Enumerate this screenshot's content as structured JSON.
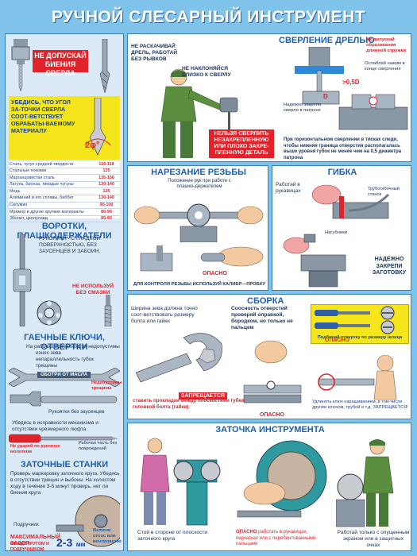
{
  "title": "РУЧНОЙ СЛЕСАРНЫЙ ИНСТРУМЕНТ",
  "drill_check": {
    "warning": "НЕ ДОПУСКАЙ БИЕНИЯ СВЕРЛА",
    "angle_note": "УБЕДИСЬ, ЧТО УГОЛ ЗА-ТОЧКИ СВЕРЛА СООТ-ВЕТСТВУЕТ ОБРАБАТЫ-ВАЕМОМУ МАТЕРИАЛУ",
    "angle_label": "2φ°",
    "materials": [
      {
        "name": "Сталь, чугун средней твердости",
        "value": "116-118"
      },
      {
        "name": "Стальные поковки",
        "value": "125"
      },
      {
        "name": "Марганцовистая сталь",
        "value": "135-150"
      },
      {
        "name": "Латунь, бронза, твердые чугуны",
        "value": "130-140"
      },
      {
        "name": "Медь",
        "value": "125"
      },
      {
        "name": "Алюминий и его сплавы, баббит",
        "value": "130-140"
      },
      {
        "name": "Силумин",
        "value": "90-100"
      },
      {
        "name": "Мрамор и другие хрупкие материалы",
        "value": "80-90"
      },
      {
        "name": "Эбонит, целлулоид",
        "value": "85-90"
      }
    ]
  },
  "dies": {
    "heading": "ВОРОТКИ, ПЛАШКОДЕРЖАТЕЛИ",
    "note": "РУКОЯТКИ - С ГЛАДКОЙ ПОВЕРХНОСТЬЮ, БЕЗ ЗАУСЕНЦЕВ И ЗАБОИН.",
    "warning": "НЕ ИСПОЛЬЗУЙ БЕЗ СМАЗКИ"
  },
  "wrenches": {
    "heading": "ГАЕЧНЫЕ КЛЮЧИ, ОТВЕРТКИ",
    "note_title": "На рабочих поверхностях недопустимы",
    "defects": [
      "износ зева",
      "непараллельность губок",
      "трещины"
    ],
    "oil_label": "ОБОТРИ ОТ МАСЛА",
    "crack_label": "Недопустимы трещины",
    "handle_label": "Рукоятки без заусенцев",
    "mechanism_note": "Убедись в исправности механизма и отсутствии чрезмерного люфта",
    "hammer_warning": "Не ударяй по рукоятке молотком",
    "blade_note": "Рабочая часть без повреждений"
  },
  "grinders": {
    "heading": "ЗАТОЧНЫЕ СТАНКИ",
    "note": "Проверь маркировку заточного круга. Убедись в отсутствии трещин и выбоин. На холостом ходу в течение 3-5 минут проверь, нет ли биения круга",
    "rest_label": "Подручник",
    "gap_title": "МАКСИМАЛЬНЫЙ ЗАЗОР",
    "gap_sub": "МЕЖДУ КРУГОМ И ПОДРУЧНИКОМ",
    "gap_value": "2-3",
    "gap_unit": "мм",
    "vent_label": "Включи отсос или вентиляцию"
  },
  "drilling": {
    "heading": "СВЕРЛЕНИЕ ДРЕЛЬЮ",
    "note_left": "НЕ РАСКАЧИВАЙ ДРЕЛЬ, РАБОТАЙ БЕЗ РЫВКОВ",
    "note_lean": "НЕ НАКЛОНЯЙСЯ БЛИЗКО К СВЕРЛУ",
    "warning_hold": "НЕЛЬЗЯ СВЕРЛИТЬ НЕЗАКРЕПЛЕННУЮ ИЛИ ПЛОХО ЗАКРЕ-ПЛЕННУЮ ДЕТАЛЬ",
    "chuck_label": "Надежно закрепи сверло в патроне",
    "runout_label": ">0,5D",
    "shaving_warning": "Не допускай образования длинной стружки",
    "pressure_note": "Ослабляй нажим в конце сверления",
    "vice_note": "При горизонтальном сверлении в тисках следи, чтобы нижняя граница отверстия располагалась выше уровня губок не менее чем на 0,5 диаметра патрона",
    "letter_d": "D"
  },
  "threading": {
    "heading": "НАРЕЗАНИЕ РЕЗЬБЫ",
    "hand_note": "Положение рук при работе с плашко-держателем",
    "danger": "ОПАСНО",
    "gauge_note": "ДЛЯ КОНТРОЛЯ РЕЗЬБЫ ИСПОЛЬЗУЙ КАЛИБР—ПРОБКУ"
  },
  "bending": {
    "heading": "ГИБКА",
    "gloves": "Работай в рукавицах",
    "pipe_bender": "Трубогибочный станок",
    "nagubniki": "Нагубники",
    "clamp": "НАДЕЖНО ЗАКРЕПИ ЗАГОТОВКУ"
  },
  "assembly": {
    "heading": "СБОРКА",
    "jaw_note": "Ширина зева должна точно соот-ветствовать размеру болта или гайки",
    "coaxial_note": "Соосность отверстий проверяй оправкой, бородком, но только не пальцем",
    "forbidden": "ЗАПРЕЩАЕТСЯ",
    "shims_note": "ставить прокладки между плоскостями губки и головкой болта (гайки)",
    "danger1": "ОПАСНО",
    "danger2": "ОПАСНО",
    "screwdriver_note": "Подбирай отвертку по размеру шлица",
    "extend_note": "Удлинять ключ наращиванием, в том числе другим ключом, трубой и т.д. ЗАПРЕЩАЕТСЯ!"
  },
  "sharpening": {
    "heading": "ЗАТОЧКА ИНСТРУМЕНТА",
    "side_note": "Стой в стороне от плоскости заточного круга",
    "danger": "ОПАСНО",
    "danger_rest": "работать в рукавицах, перчатках или с перебинтованными пальцами",
    "screen_note": "Работай только с опущенным экраном или в защитных очках"
  }
}
